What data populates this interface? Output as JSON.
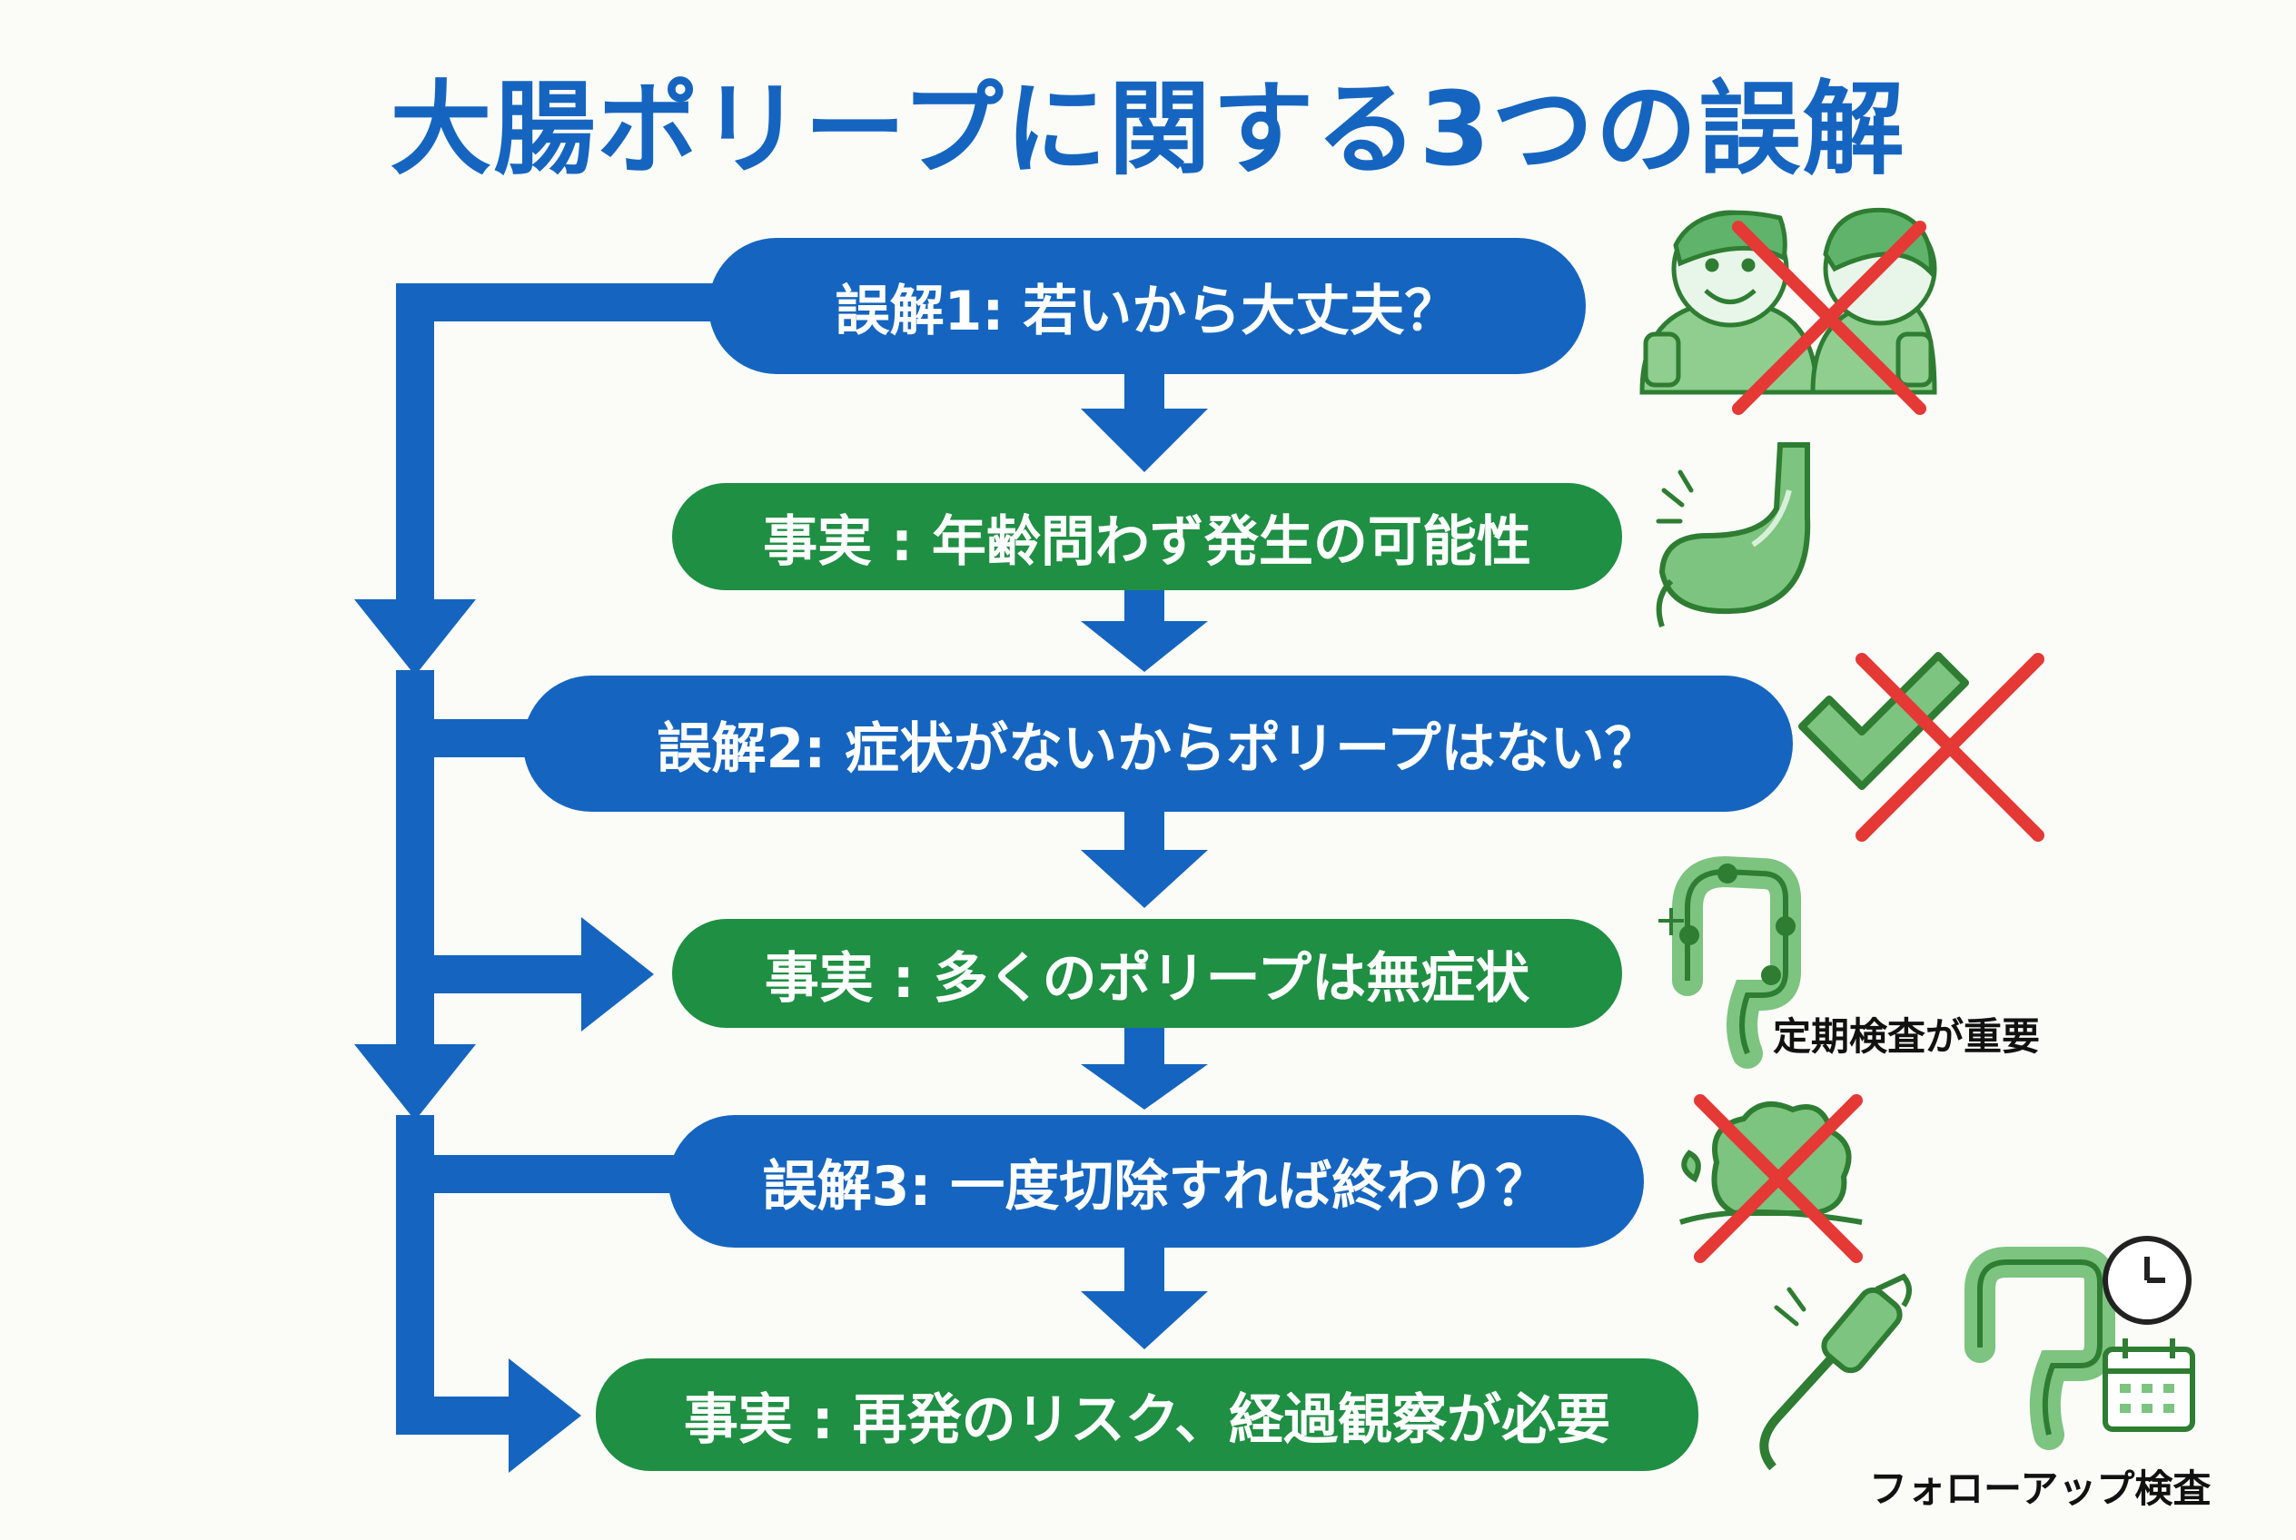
{
  "title": "大腸ポリープに関する3つの誤解",
  "flow": {
    "myth1": "誤解1: 若いから大丈夫？",
    "fact1": "事実 : 年齢問わず発生の可能性",
    "myth2": "誤解2: 症状がないからポリープはない？",
    "fact2": "事実 : 多くのポリープは無症状",
    "myth3": "誤解3: 一度切除すれば終わり？",
    "fact3": "事実 : 再発のリスク、経過観察が必要"
  },
  "captions": {
    "regular_checkup": "定期検査が重要",
    "followup_exam": "フォローアップ検査"
  },
  "icons": {
    "myth1": [
      "smiling-people-icon",
      "red-cross-icon"
    ],
    "fact1": [
      "stomach-icon"
    ],
    "myth2": [
      "check-mark-icon",
      "red-cross-icon"
    ],
    "fact2": [
      "colon-polyp-icon"
    ],
    "myth3": [
      "polyp-removal-icon",
      "red-cross-icon"
    ],
    "fact3": [
      "endoscope-icon",
      "colon-icon",
      "clock-icon",
      "calendar-icon"
    ]
  },
  "colors": {
    "myth": "#1565c0",
    "fact": "#1f8f43",
    "cross": "#e53935",
    "icon_green": "#5fb36b"
  }
}
